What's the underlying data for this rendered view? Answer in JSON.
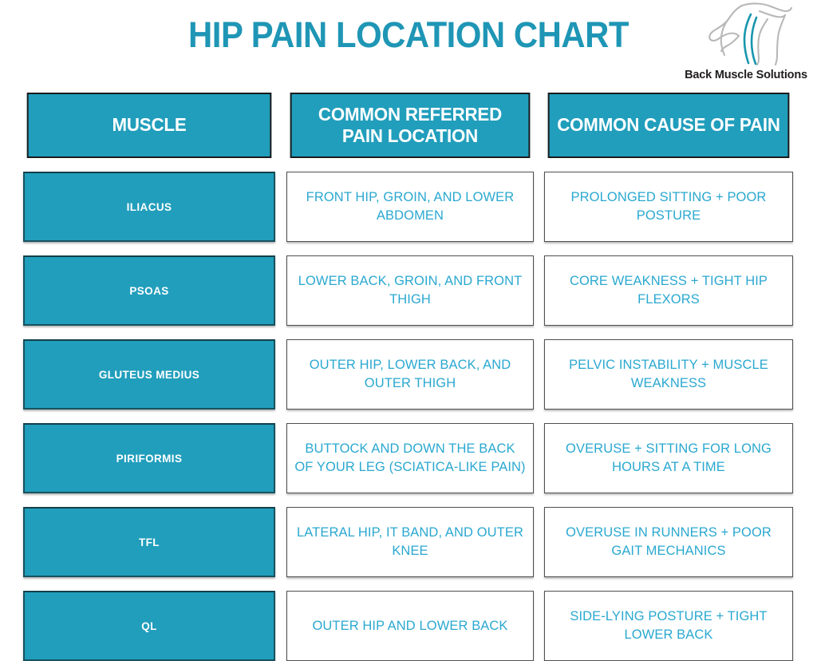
{
  "header": {
    "title": "HIP PAIN LOCATION CHART",
    "logo_text": "Back Muscle Solutions",
    "logo_icon": "spine-torso-logo"
  },
  "colors": {
    "teal_fill": "#219ebc",
    "title_teal": "#1f96b5",
    "body_text_teal": "#2aa8d0",
    "header_border": "#1a1a1a",
    "cell_border": "#4f4f4f",
    "white": "#ffffff"
  },
  "table": {
    "columns": [
      "MUSCLE",
      "COMMON REFERRED PAIN LOCATION",
      "COMMON CAUSE OF PAIN"
    ],
    "rows": [
      {
        "muscle": "ILIACUS",
        "location": "FRONT HIP, GROIN, AND LOWER ABDOMEN",
        "cause": "PROLONGED SITTING + POOR POSTURE"
      },
      {
        "muscle": "PSOAS",
        "location": "LOWER BACK, GROIN, AND FRONT THIGH",
        "cause": "CORE WEAKNESS + TIGHT HIP FLEXORS"
      },
      {
        "muscle": "GLUTEUS MEDIUS",
        "location": "OUTER HIP, LOWER BACK, AND OUTER THIGH",
        "cause": "PELVIC INSTABILITY + MUSCLE WEAKNESS"
      },
      {
        "muscle": "PIRIFORMIS",
        "location": "BUTTOCK AND DOWN THE BACK OF YOUR LEG (SCIATICA-LIKE PAIN)",
        "cause": "OVERUSE + SITTING FOR LONG HOURS AT A TIME"
      },
      {
        "muscle": "TFL",
        "location": "LATERAL HIP, IT BAND, AND OUTER KNEE",
        "cause": "OVERUSE IN RUNNERS + POOR GAIT MECHANICS"
      },
      {
        "muscle": "QL",
        "location": "OUTER HIP AND LOWER BACK",
        "cause": "SIDE-LYING POSTURE + TIGHT LOWER BACK"
      }
    ]
  }
}
